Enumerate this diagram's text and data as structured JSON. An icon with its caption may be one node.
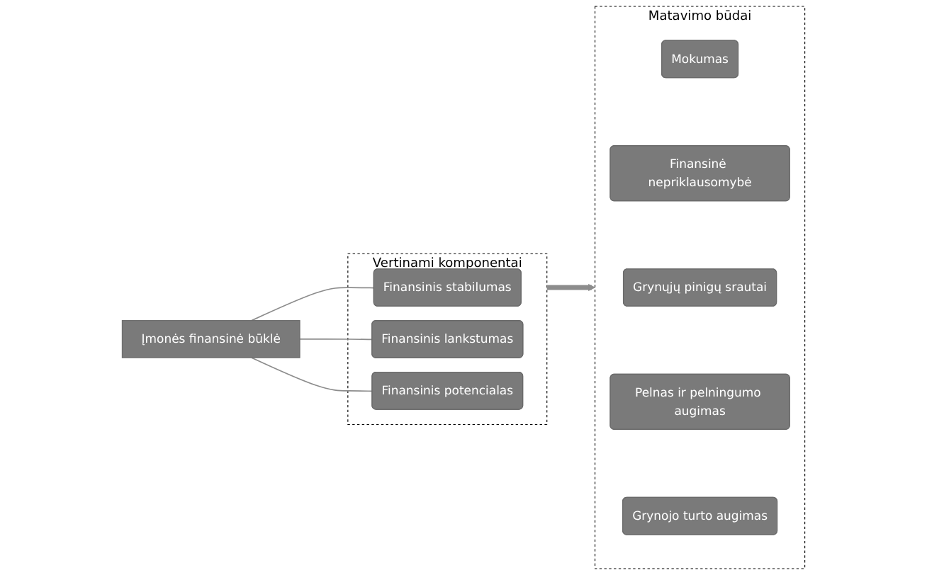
{
  "diagram": {
    "nodes": [
      {
        "text": [
          "Įmonės finansinė būklė"
        ]
      },
      {
        "text": [
          "Vertinami komponentai"
        ]
      },
      {
        "text": [
          "Finansinis stabilumas"
        ],
        "in": 1
      },
      {
        "text": [
          "Finansinis lankstumas"
        ],
        "in": 1
      },
      {
        "text": [
          "Finansinis potencialas"
        ],
        "in": 1
      },
      {
        "text": [
          "Matavimo būdai"
        ]
      },
      {
        "text": [
          "Mokumas"
        ],
        "in": 5
      },
      {
        "text": [
          "Finansinė nepriklausomybė"
        ],
        "in": 5
      },
      {
        "text": [
          "Grynųjų pinigų srautai"
        ],
        "in": 5
      },
      {
        "text": [
          "Pelnas ir pelningumo augimas"
        ],
        "in": 5
      },
      {
        "text": [
          "Grynojo turto augimas"
        ],
        "in": 5
      }
    ],
    "edges": [
      {
        "from": 0,
        "to": 2,
        "arrow": "none"
      },
      {
        "from": 0,
        "to": 3,
        "arrow": "none"
      },
      {
        "from": 0,
        "to": 4,
        "arrow": "none"
      },
      {
        "from": 1,
        "to": 5,
        "arrow": "to",
        "style": "thick"
      }
    ]
  }
}
